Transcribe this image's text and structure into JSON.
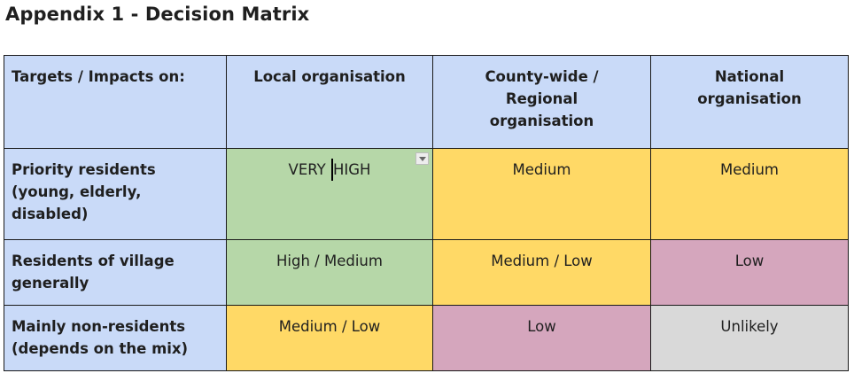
{
  "title": "Appendix 1 - Decision Matrix",
  "colors": {
    "header_blue": "#c9daf8",
    "green": "#b6d7a8",
    "yellow": "#ffd966",
    "pink": "#d5a6bd",
    "grey": "#d9d9d9"
  },
  "matrix": {
    "corner_label": "Targets / Impacts on:",
    "columns": [
      "Local organisation",
      "County-wide / Regional organisation",
      "National organisation"
    ],
    "rows": [
      {
        "label": "Priority residents (young, elderly, disabled)",
        "cells": [
          {
            "text_before_cursor": "VERY ",
            "text_after_cursor": "HIGH",
            "color": "green",
            "has_dropdown": true
          },
          {
            "text": "Medium",
            "color": "yellow"
          },
          {
            "text": "Medium",
            "color": "yellow"
          }
        ]
      },
      {
        "label": "Residents of village generally",
        "cells": [
          {
            "text": "High / Medium",
            "color": "green"
          },
          {
            "text": "Medium / Low",
            "color": "yellow"
          },
          {
            "text": "Low",
            "color": "pink"
          }
        ]
      },
      {
        "label": "Mainly non-residents (depends on the mix)",
        "cells": [
          {
            "text": "Medium / Low",
            "color": "yellow"
          },
          {
            "text": "Low",
            "color": "pink"
          },
          {
            "text": "Unlikely",
            "color": "grey"
          }
        ]
      }
    ]
  }
}
